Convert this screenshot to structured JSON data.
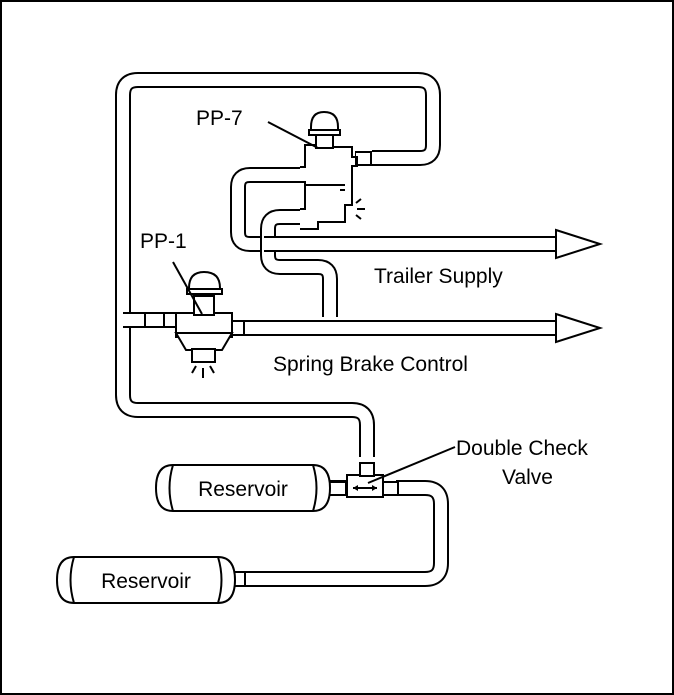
{
  "labels": {
    "pp7": "PP-7",
    "pp1": "PP-1",
    "trailer_supply": "Trailer Supply",
    "spring_brake_control": "Spring Brake Control",
    "double_check_line1": "Double Check",
    "double_check_line2": "Valve",
    "reservoir_upper": "Reservoir",
    "reservoir_lower": "Reservoir"
  }
}
